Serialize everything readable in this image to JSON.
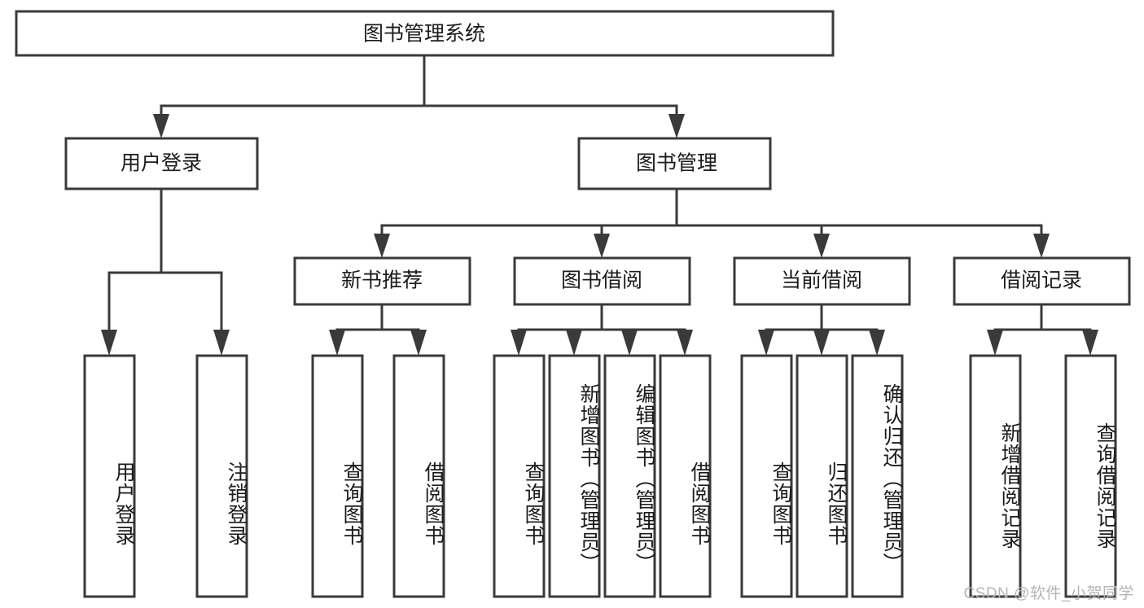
{
  "diagram": {
    "type": "hierarchy-tree",
    "title": "图书管理系统",
    "watermark": "CSDN @软件_小贺同学",
    "root": {
      "id": "root",
      "label": "图书管理系统"
    },
    "level2": [
      {
        "id": "user-login",
        "label": "用户登录"
      },
      {
        "id": "book-manage",
        "label": "图书管理"
      }
    ],
    "level3": [
      {
        "id": "new-book-recommend",
        "label": "新书推荐",
        "parent": "book-manage"
      },
      {
        "id": "book-borrow",
        "label": "图书借阅",
        "parent": "book-manage"
      },
      {
        "id": "current-borrow",
        "label": "当前借阅",
        "parent": "book-manage"
      },
      {
        "id": "borrow-record",
        "label": "借阅记录",
        "parent": "book-manage"
      }
    ],
    "leaves": {
      "user_login": [
        {
          "id": "leaf-user-login",
          "label": "用户登录"
        },
        {
          "id": "leaf-user-logout",
          "label": "注销登录"
        }
      ],
      "new_book_recommend": [
        {
          "id": "leaf-query-book-1",
          "label": "查询图书"
        },
        {
          "id": "leaf-borrow-book-1",
          "label": "借阅图书"
        }
      ],
      "book_borrow": [
        {
          "id": "leaf-query-book-2",
          "label": "查询图书"
        },
        {
          "id": "leaf-add-book",
          "label": "新增图书（管理员）"
        },
        {
          "id": "leaf-edit-book",
          "label": "编辑图书（管理员）"
        },
        {
          "id": "leaf-borrow-book-2",
          "label": "借阅图书"
        }
      ],
      "current_borrow": [
        {
          "id": "leaf-query-book-3",
          "label": "查询图书"
        },
        {
          "id": "leaf-return-book",
          "label": "归还图书"
        },
        {
          "id": "leaf-confirm-return",
          "label": "确认归还（管理员）"
        }
      ],
      "borrow_record": [
        {
          "id": "leaf-add-record",
          "label": "新增借阅记录"
        },
        {
          "id": "leaf-query-record",
          "label": "查询借阅记录"
        }
      ]
    },
    "colors": {
      "stroke": "#3a3a3a",
      "fill": "#ffffff",
      "text": "#1b1b1b",
      "watermark": "#b5b5b5"
    }
  }
}
